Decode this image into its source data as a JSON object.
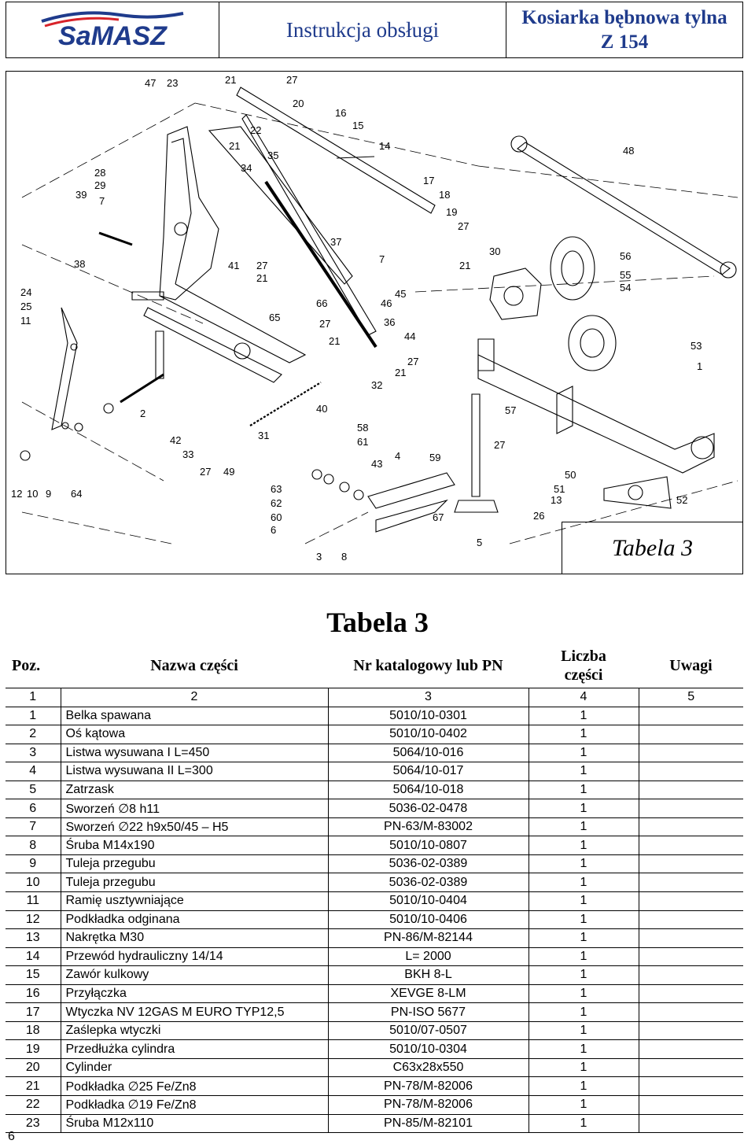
{
  "header": {
    "logo_text": "SaMASZ",
    "title": "Instrukcja obsługi",
    "model_line1": "Kosiarka bębnowa tylna",
    "model_line2": "Z 154"
  },
  "diagram": {
    "inner_label": "Tabela 3",
    "callouts": [
      "47",
      "23",
      "21",
      "27",
      "20",
      "16",
      "15",
      "22",
      "21",
      "35",
      "14",
      "34",
      "48",
      "28",
      "29",
      "39",
      "7",
      "17",
      "18",
      "19",
      "27",
      "37",
      "30",
      "56",
      "55",
      "54",
      "38",
      "41",
      "27",
      "21",
      "7",
      "21",
      "24",
      "25",
      "11",
      "66",
      "65",
      "27",
      "45",
      "46",
      "36",
      "21",
      "44",
      "53",
      "1",
      "27",
      "21",
      "32",
      "2",
      "40",
      "57",
      "58",
      "61",
      "42",
      "33",
      "31",
      "27",
      "4",
      "59",
      "43",
      "27",
      "49",
      "50",
      "51",
      "13",
      "12",
      "10",
      "9",
      "64",
      "63",
      "62",
      "60",
      "6",
      "67",
      "52",
      "26",
      "5",
      "3",
      "8"
    ]
  },
  "section_title": "Tabela 3",
  "table": {
    "headers": {
      "pos": "Poz.",
      "name": "Nazwa części",
      "catalog": "Nr katalogowy lub PN",
      "qty_line1": "Liczba",
      "qty_line2": "części",
      "notes": "Uwagi"
    },
    "column_numbers": [
      "1",
      "2",
      "3",
      "4",
      "5"
    ],
    "rows": [
      {
        "pos": "1",
        "name": "Belka spawana",
        "catalog": "5010/10-0301",
        "qty": "1"
      },
      {
        "pos": "2",
        "name": "Oś kątowa",
        "catalog": "5010/10-0402",
        "qty": "1"
      },
      {
        "pos": "3",
        "name": "Listwa wysuwana I L=450",
        "catalog": "5064/10-016",
        "qty": "1"
      },
      {
        "pos": "4",
        "name": "Listwa wysuwana II L=300",
        "catalog": "5064/10-017",
        "qty": "1"
      },
      {
        "pos": "5",
        "name": "Zatrzask",
        "catalog": "5064/10-018",
        "qty": "1"
      },
      {
        "pos": "6",
        "name": "Sworzeń ∅8 h11",
        "catalog": "5036-02-0478",
        "qty": "1"
      },
      {
        "pos": "7",
        "name": "Sworzeń ∅22 h9x50/45 – H5",
        "catalog": "PN-63/M-83002",
        "qty": "1"
      },
      {
        "pos": "8",
        "name": "Śruba M14x190",
        "catalog": "5010/10-0807",
        "qty": "1"
      },
      {
        "pos": "9",
        "name": "Tuleja przegubu",
        "catalog": "5036-02-0389",
        "qty": "1"
      },
      {
        "pos": "10",
        "name": "Tuleja przegubu",
        "catalog": "5036-02-0389",
        "qty": "1"
      },
      {
        "pos": "11",
        "name": "Ramię usztywniające",
        "catalog": "5010/10-0404",
        "qty": "1"
      },
      {
        "pos": "12",
        "name": "Podkładka odginana",
        "catalog": "5010/10-0406",
        "qty": "1"
      },
      {
        "pos": "13",
        "name": "Nakrętka M30",
        "catalog": "PN-86/M-82144",
        "qty": "1"
      },
      {
        "pos": "14",
        "name": "Przewód hydrauliczny 14/14",
        "catalog": "L= 2000",
        "qty": "1"
      },
      {
        "pos": "15",
        "name": "Zawór kulkowy",
        "catalog": "BKH 8-L",
        "qty": "1"
      },
      {
        "pos": "16",
        "name": "Przyłączka",
        "catalog": "XEVGE 8-LM",
        "qty": "1"
      },
      {
        "pos": "17",
        "name": "Wtyczka NV 12GAS M EURO TYP12,5",
        "catalog": "PN-ISO 5677",
        "qty": "1"
      },
      {
        "pos": "18",
        "name": "Zaślepka wtyczki",
        "catalog": "5010/07-0507",
        "qty": "1"
      },
      {
        "pos": "19",
        "name": "Przedłużka cylindra",
        "catalog": "5010/10-0304",
        "qty": "1"
      },
      {
        "pos": "20",
        "name": "Cylinder",
        "catalog": "C63x28x550",
        "qty": "1"
      },
      {
        "pos": "21",
        "name": "Podkładka ∅25 Fe/Zn8",
        "catalog": "PN-78/M-82006",
        "qty": "1"
      },
      {
        "pos": "22",
        "name": "Podkładka ∅19 Fe/Zn8",
        "catalog": "PN-78/M-82006",
        "qty": "1"
      },
      {
        "pos": "23",
        "name": "Śruba M12x110",
        "catalog": "PN-85/M-82101",
        "qty": "1"
      }
    ]
  },
  "page_number": "6",
  "colors": {
    "brand_blue": "#1f3b8c",
    "text": "#000000"
  }
}
